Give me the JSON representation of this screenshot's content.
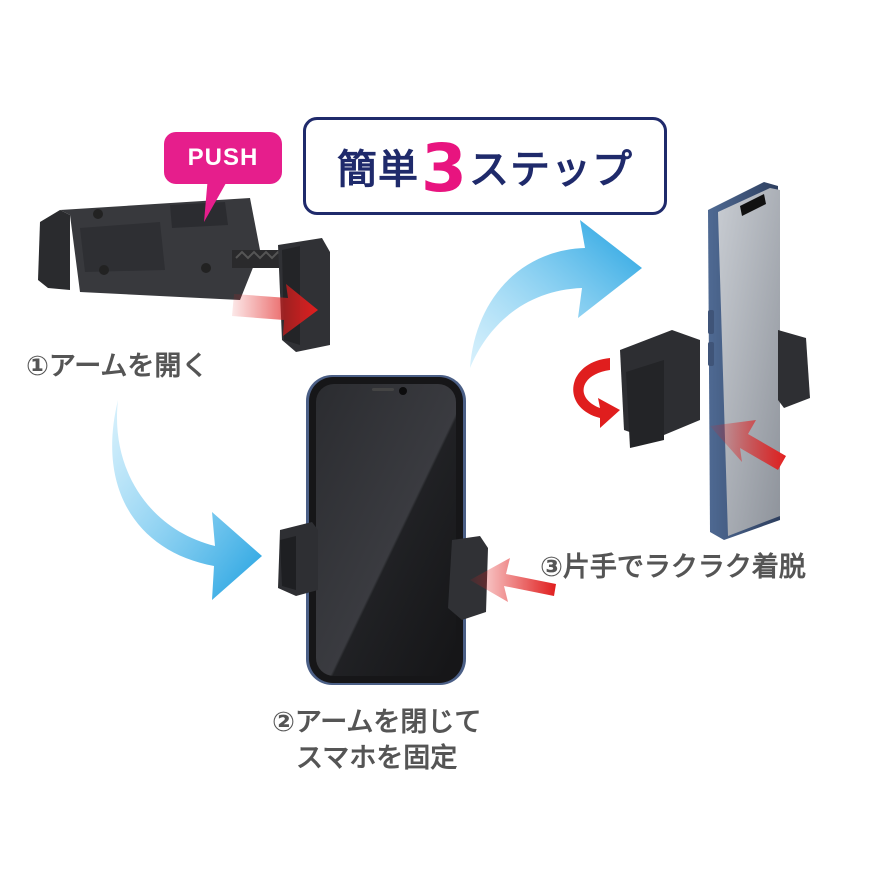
{
  "title": {
    "prefix": "簡単",
    "number": "3",
    "suffix": "ステップ"
  },
  "push_label": "PUSH",
  "steps": [
    {
      "caption": "①アームを開く"
    },
    {
      "caption_line1": "②アームを閉じて",
      "caption_line2": "スマホを固定"
    },
    {
      "caption": "③片手でラクラク着脱"
    }
  ],
  "colors": {
    "navy": "#1f2a6b",
    "magenta": "#e8147f",
    "blue_arrow": "#2aa6e4",
    "red_arrow": "#e01e1e"
  }
}
